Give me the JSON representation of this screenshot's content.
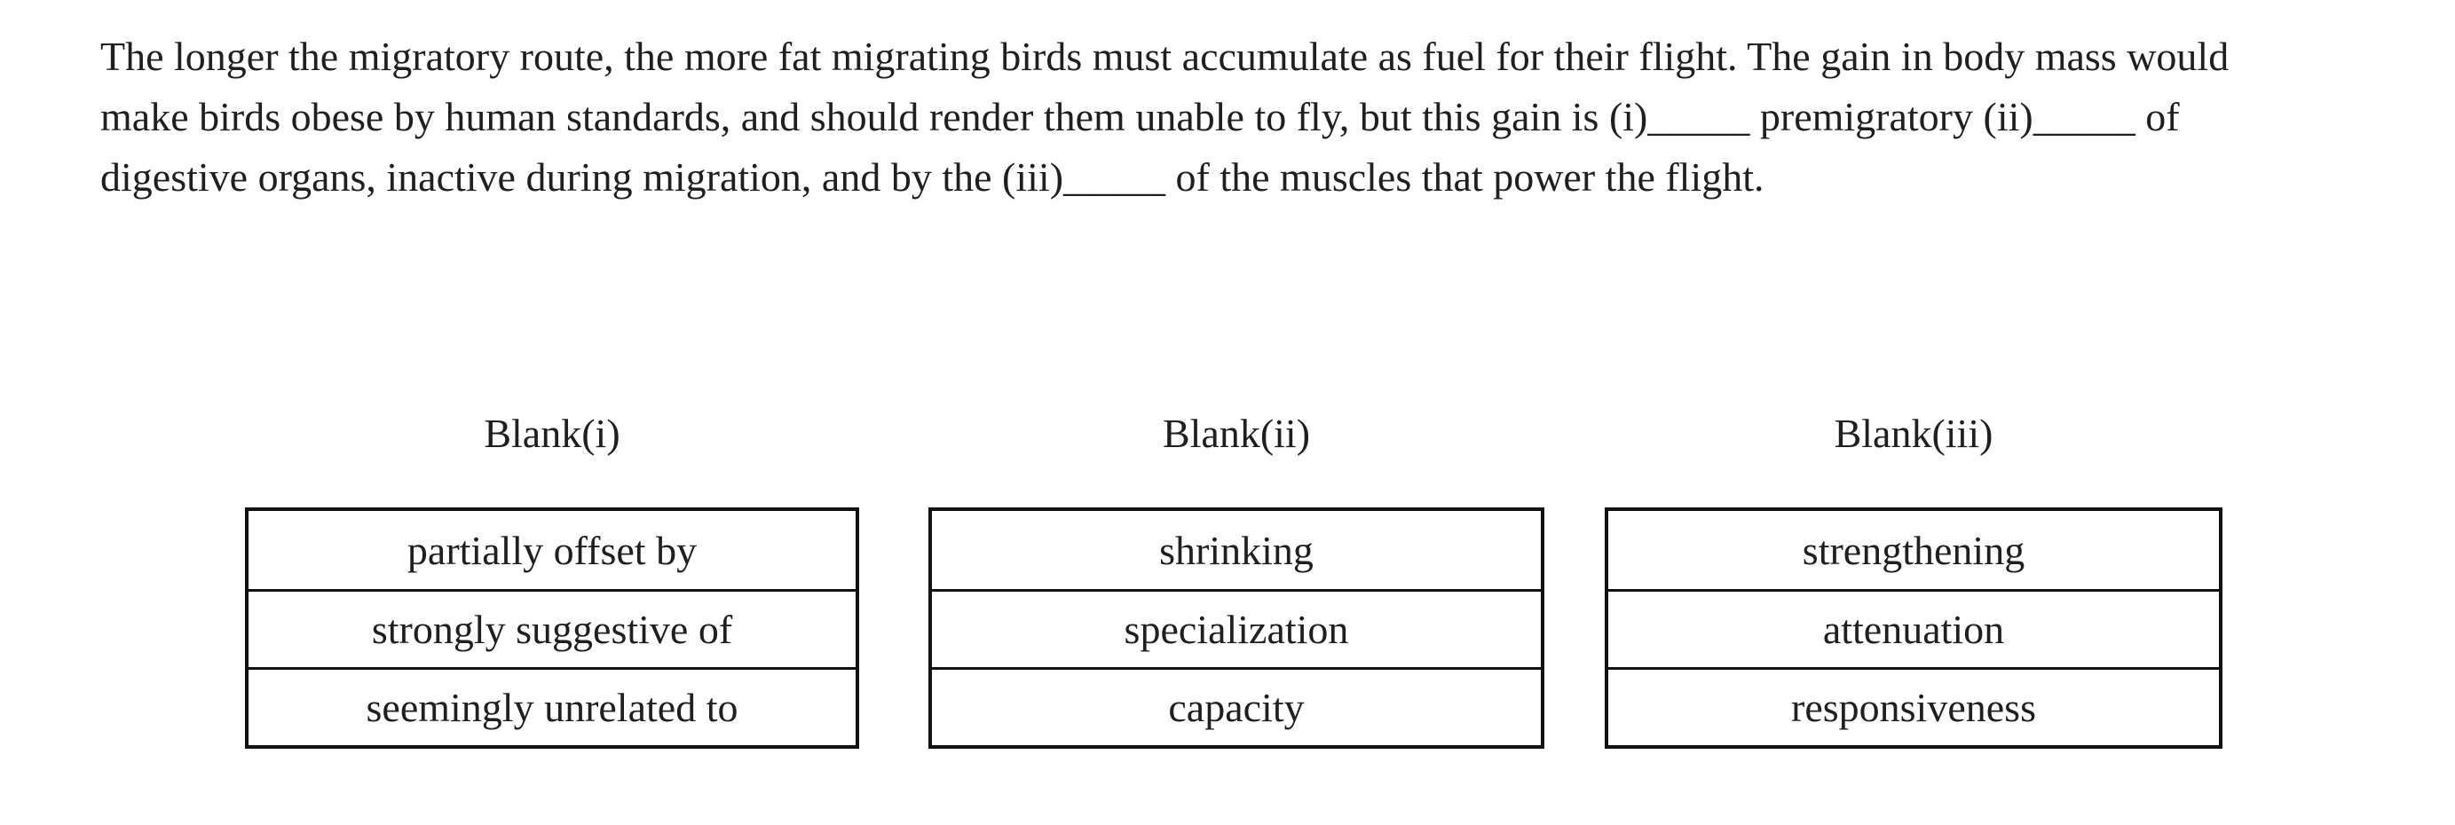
{
  "passage": {
    "lines": [
      "The longer the migratory route, the more fat migrating birds must accumulate as fuel for their flight. The gain in body mass would",
      "make birds obese by human standards, and should render them unable to fly, but this gain is (i)_____ premigratory (ii)_____ of",
      "digestive organs, inactive during migration, and by the (iii)_____ of the muscles that power the flight."
    ]
  },
  "blanks": [
    {
      "label": "Blank(i)",
      "options": [
        "partially offset by",
        "strongly suggestive of",
        "seemingly unrelated to"
      ]
    },
    {
      "label": "Blank(ii)",
      "options": [
        "shrinking",
        "specialization",
        "capacity"
      ]
    },
    {
      "label": "Blank(iii)",
      "options": [
        "strengthening",
        "attenuation",
        "responsiveness"
      ]
    }
  ],
  "colors": {
    "text": "#1f1f1f",
    "table_border": "#111111",
    "background": "#ffffff"
  }
}
